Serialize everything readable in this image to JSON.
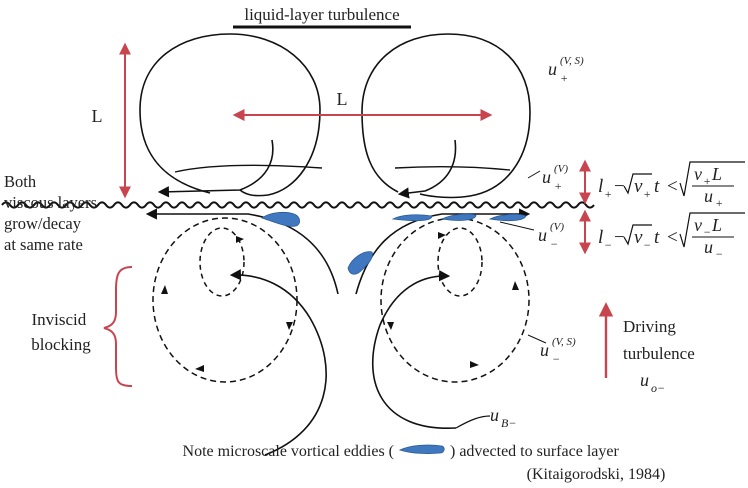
{
  "title": "liquid-layer turbulence",
  "labels": {
    "L_vertical": "L",
    "L_horizontal": "L",
    "both_viscous": [
      "Both",
      "viscous layers",
      "grow/decay",
      "at same rate"
    ],
    "inviscid": [
      "Inviscid",
      "blocking"
    ],
    "driving": [
      "Driving",
      "turbulence"
    ],
    "note": [
      "Note microscale vortical eddies (",
      ") advected to surface layer"
    ],
    "citation": "(Kitaigorodski, 1984)"
  },
  "symbols": {
    "u_plus_VS": {
      "base": "u",
      "sup": "(V, S)",
      "sub": "+"
    },
    "u_plus_V": {
      "base": "u",
      "sup": "(V)",
      "sub": "+"
    },
    "u_minus_V": {
      "base": "u",
      "sup": "(V)",
      "sub": "−"
    },
    "u_minus_VS": {
      "base": "u",
      "sup": "(V, S)",
      "sub": "−"
    },
    "u_o_minus": {
      "base": "u",
      "sub": "o−"
    },
    "u_B_minus": {
      "base": "u",
      "sub": "B−"
    }
  },
  "equations": {
    "upper": {
      "l": "l",
      "l_sub": "+",
      "dash": "−",
      "sqrt_in": "v",
      "sqrt_sub": "+",
      "t": "t",
      "lt": "<",
      "num": "v",
      "num_sub": "+",
      "num_tail": "L",
      "den": "u",
      "den_sub": "+"
    },
    "lower": {
      "l": "l",
      "l_sub": "−",
      "dash": "−",
      "sqrt_in": "v",
      "sqrt_sub": "−",
      "t": "t",
      "lt": "<",
      "num": "v",
      "num_sub": "−",
      "num_tail": "L",
      "den": "u",
      "den_sub": "−"
    }
  },
  "colors": {
    "arrow_red": "#c8454f",
    "eddy_blue": "#3f78bf",
    "eddy_stroke": "#2a5a98",
    "line": "#111111"
  }
}
